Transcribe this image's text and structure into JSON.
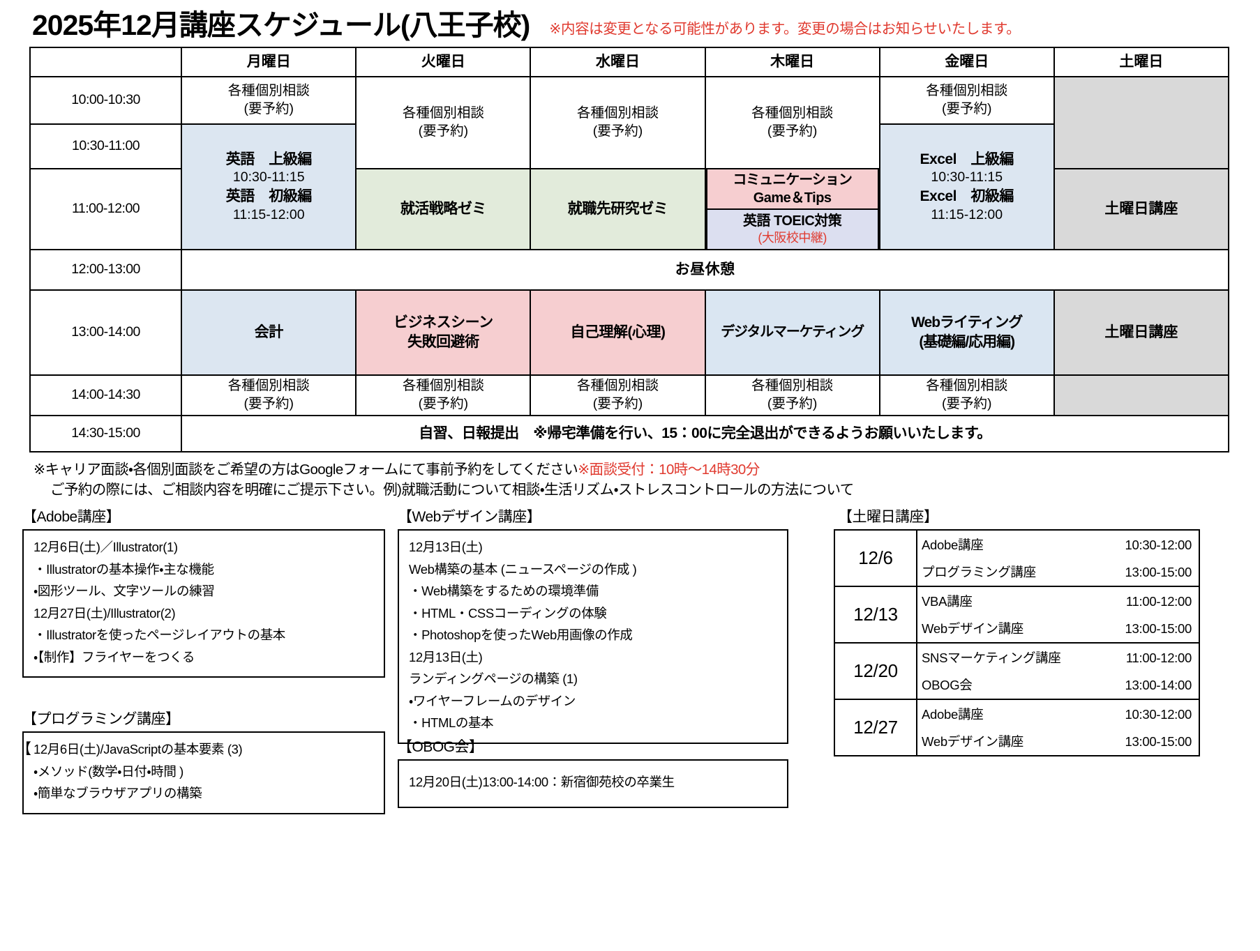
{
  "header": {
    "title": "2025年12月講座スケジュール(八王子校)",
    "note": "※内容は変更となる可能性があります。変更の場合はお知らせいたします。"
  },
  "schedule": {
    "day_headers": [
      "",
      "月曜日",
      "火曜日",
      "水曜日",
      "木曜日",
      "金曜日",
      "土曜日"
    ],
    "times": {
      "t1": "10:00-10:30",
      "t2": "10:30-11:00",
      "t3": "11:00-12:00",
      "t4": "12:00-13:00",
      "t5": "13:00-14:00",
      "t6": "14:00-14:30",
      "t7": "14:30-15:00"
    },
    "consult": "各種個別相談\n(要予約)",
    "consult_l1": "各種個別相談",
    "consult_l2": "(要予約)",
    "mon": {
      "english_adv": "英語　上級編",
      "english_adv_time": "10:30-11:15",
      "english_beg": "英語　初級編",
      "english_beg_time": "11:15-12:00",
      "pm": "会計"
    },
    "tue": {
      "am": "就活戦略ゼミ",
      "pm_l1": "ビジネスシーン",
      "pm_l2": "失敗回避術"
    },
    "wed": {
      "am": "就職先研究ゼミ",
      "pm": "自己理解(心理)"
    },
    "thu": {
      "comm_l1": "コミュニケーション",
      "comm_l2": "Game＆Tips",
      "toeic": "英語 TOEIC対策",
      "toeic_sub": "(大阪校中継)",
      "pm": "デジタルマーケティング"
    },
    "fri": {
      "excel_adv": "Excel　上級編",
      "excel_adv_time": "10:30-11:15",
      "excel_beg": "Excel　初級編",
      "excel_beg_time": "11:15-12:00",
      "pm_l1": "Webライティング",
      "pm_l2": "(基礎編/応用編)"
    },
    "sat": {
      "am": "土曜日講座",
      "pm": "土曜日講座"
    },
    "lunch": "お昼休憩",
    "closing": "自習、日報提出　※帰宅準備を行い、15：00に完全退出ができるようお願いいたします。"
  },
  "notes": {
    "line1_black": "※キャリア面談・各個別面談をご希望の方はGoogleフォームにて事前予約をしてください",
    "line1_red": "※面談受付：10時～14時30分",
    "line2": "ご予約の際には、ご相談内容を明確にご提示下さい。例)就職活動について相談・生活リズム・ストレスコントロールの方法について"
  },
  "panels": {
    "adobe": {
      "label": "【Adobe講座】",
      "items": [
        "12月6日(土)／Illustrator(1)",
        "・Illustratorの基本操作・主な機能",
        "・図形ツール、文字ツールの練習",
        "12月27日(土)/Illustrator(2)",
        "・Illustratorを使ったページレイアウトの基本",
        "・【制作】フライヤーをつくる"
      ]
    },
    "programming": {
      "label": "【プログラミング講座】",
      "stray": "【",
      "items": [
        "12月6日(土)/JavaScriptの基本要素 (3)",
        "・メソッド(数学・日付・時間 )",
        "・簡単なブラウザアプリの構築"
      ]
    },
    "webdesign": {
      "label": "【Webデザイン講座】",
      "items": [
        "12月13日(土)",
        "Web構築の基本 (ニュースページの作成 )",
        "・Web構築をするための環境準備",
        "・HTML・CSSコーディングの体験",
        "・Photoshopを使ったWeb用画像の作成",
        "12月13日(土)",
        "ランディングページの構築 (1)",
        "・ワイヤーフレームのデザイン",
        "・HTMLの基本"
      ]
    },
    "obog": {
      "label": "【OBOG会】",
      "items": [
        "12月20日(土)13:00-14:00：新宿御苑校の卒業生"
      ]
    },
    "saturday": {
      "label": "【土曜日講座】",
      "rows": [
        {
          "date": "12/6",
          "courses": [
            {
              "name": "Adobe講座",
              "time": "10:30-12:00"
            },
            {
              "name": "プログラミング講座",
              "time": "13:00-15:00"
            }
          ]
        },
        {
          "date": "12/13",
          "courses": [
            {
              "name": "VBA講座",
              "time": "11:00-12:00"
            },
            {
              "name": "Webデザイン講座",
              "time": "13:00-15:00"
            }
          ]
        },
        {
          "date": "12/20",
          "courses": [
            {
              "name": "SNSマーケティング講座",
              "time": "11:00-12:00"
            },
            {
              "name": "OBOG会",
              "time": "13:00-14:00"
            }
          ]
        },
        {
          "date": "12/27",
          "courses": [
            {
              "name": "Adobe講座",
              "time": "10:30-12:00"
            },
            {
              "name": "Webデザイン講座",
              "time": "13:00-15:00"
            }
          ]
        }
      ]
    }
  },
  "colors": {
    "accent_red": "#e03a2f",
    "blue": "#dce6f1",
    "green": "#e2ebdb",
    "pink": "#f6ced0",
    "lavender": "#dcdff0",
    "grey": "#d9d9d9"
  }
}
